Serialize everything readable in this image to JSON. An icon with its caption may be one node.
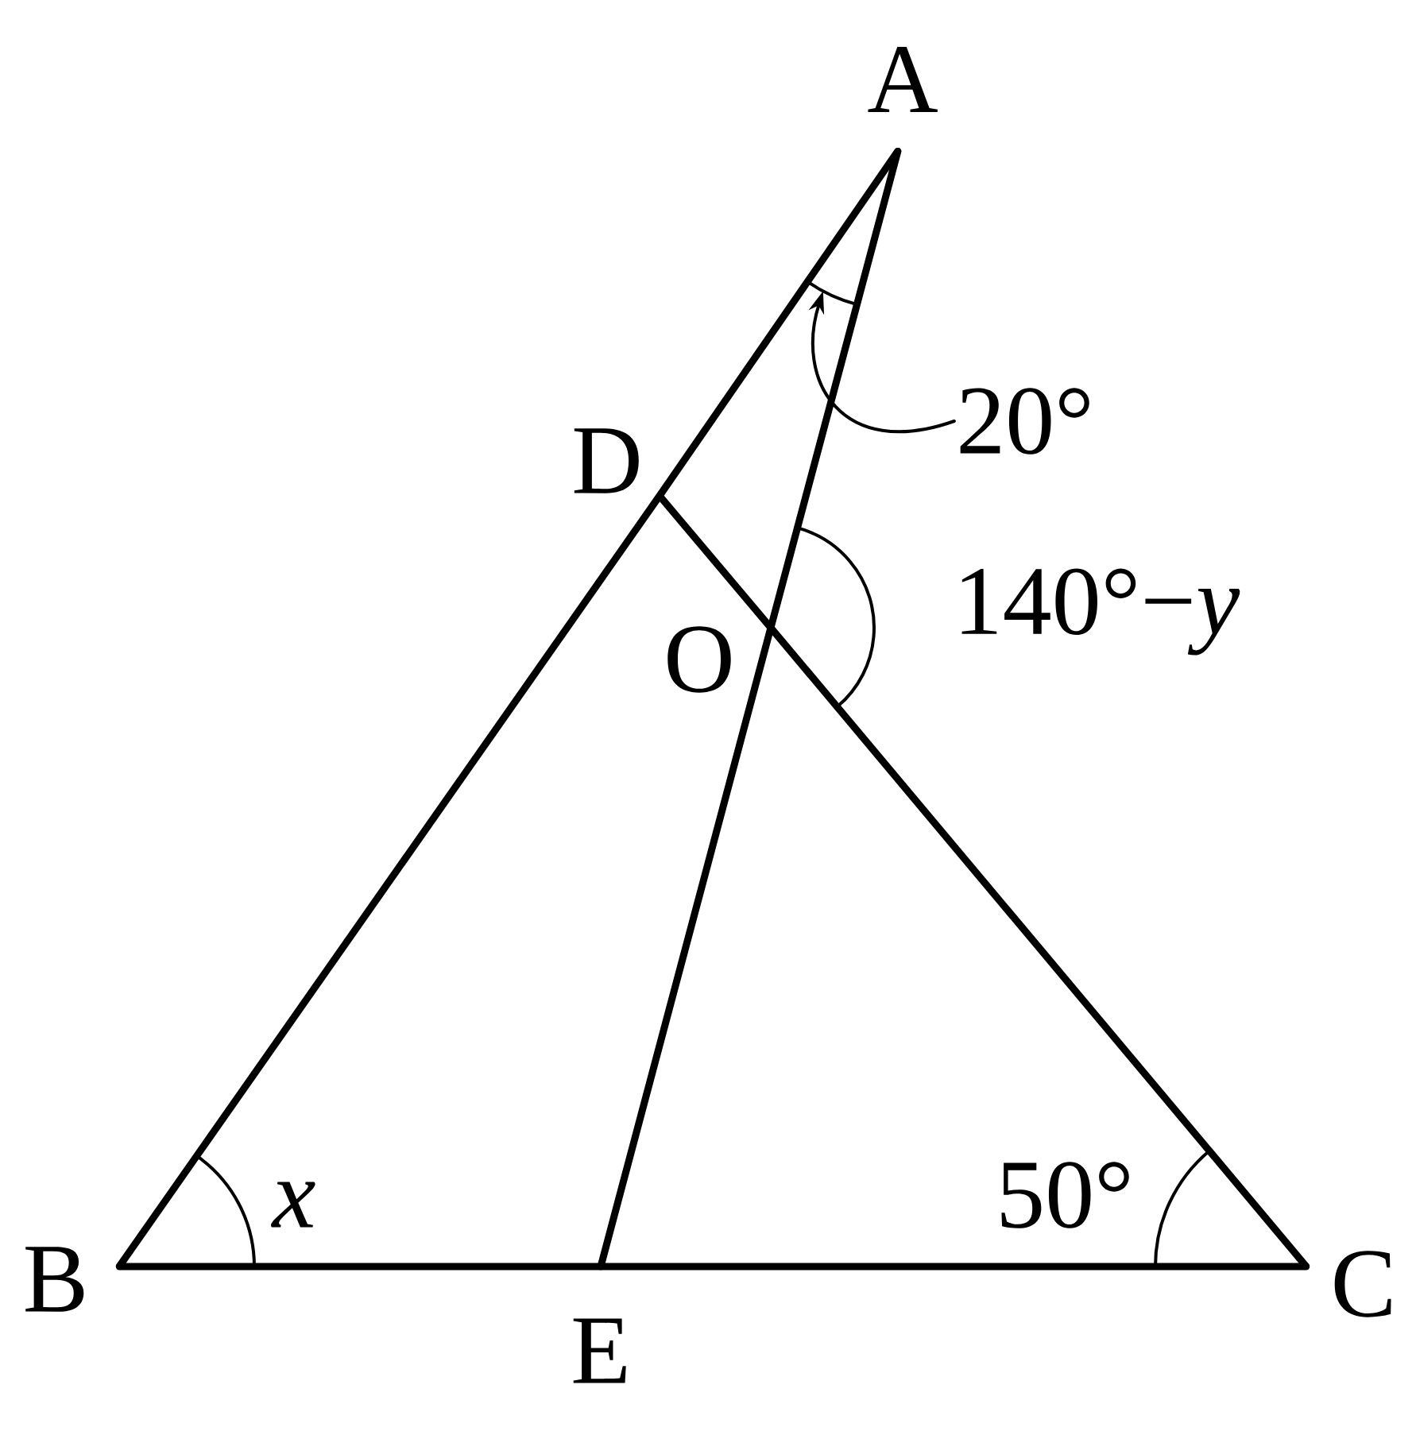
{
  "diagram": {
    "nodes": [
      {
        "text": [
          "A"
        ]
      },
      {
        "text": [
          "D"
        ]
      },
      {
        "text": [
          "O"
        ]
      },
      {
        "text": [
          "B"
        ]
      },
      {
        "text": [
          "E"
        ]
      },
      {
        "text": [
          "C"
        ]
      },
      {
        "text": [
          "20°"
        ]
      },
      {
        "text": [],
        "shape": "arc"
      }
    ],
    "edges": [
      {
        "from": 0,
        "to": 1,
        "arrow": "none"
      },
      {
        "from": 1,
        "to": 3,
        "arrow": "none"
      },
      {
        "from": 3,
        "to": 4,
        "arrow": "none"
      },
      {
        "from": 4,
        "to": 5,
        "arrow": "none"
      },
      {
        "from": 1,
        "to": 2,
        "arrow": "none"
      },
      {
        "from": 2,
        "to": 5,
        "arrow": "none"
      },
      {
        "from": 0,
        "to": 2,
        "arrow": "none"
      },
      {
        "from": 2,
        "to": 4,
        "arrow": "none"
      },
      {
        "from": 6,
        "to": 7,
        "arrow": "to"
      }
    ],
    "labels": [
      "140°−*y*",
      "x",
      "50°"
    ]
  }
}
